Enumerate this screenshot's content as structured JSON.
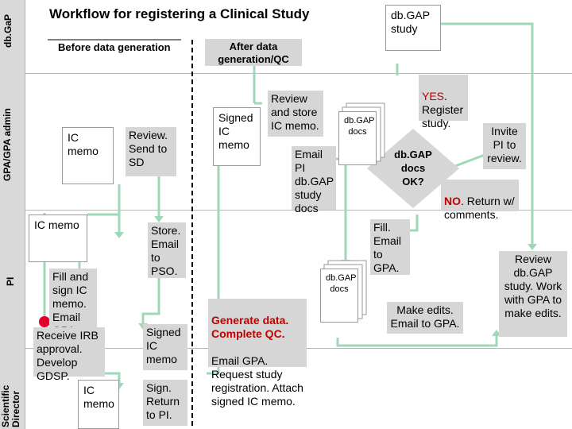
{
  "title": "Workflow for registering a Clinical Study",
  "lanes": {
    "dbgap": "db.GaP",
    "gpa": "GPA/GPA admin",
    "pi": "PI",
    "sd": "Scientific Director"
  },
  "headers": {
    "before": "Before  data generation",
    "after": "After data generation/QC"
  },
  "docs": {
    "dbgap_study": "db.GAP study",
    "ic_memo_gpa": "IC memo",
    "ic_memo_pi": "IC memo",
    "ic_memo_sd": "IC memo",
    "signed_ic_memo_gpa": "Signed IC memo",
    "dbgap_docs_top": "db.GAP docs",
    "dbgap_docs_pi": "db.GAP docs"
  },
  "boxes": {
    "review_send_sd": "Review. Send to SD",
    "store_email_pso": "Store. Email to PSO.",
    "fill_sign": "Fill and sign IC memo. Email GPA.",
    "receive_irb": "Receive IRB approval. Develop GDSP.",
    "signed_ic_memo_sd": "Signed IC memo",
    "sign_return": "Sign. Return to PI.",
    "review_store": "Review and store IC memo.",
    "email_pi": "Email PI db.GAP study docs",
    "generate_data": "Generate data. Complete QC.",
    "generate_data_rest": "Email GPA. Request study registration. Attach signed IC memo.",
    "yes_label": "YES",
    "yes_rest": ". Register study.",
    "invite_pi": "Invite PI to review.",
    "no_label": "NO",
    "no_rest": ". Return w/ comments.",
    "fill_email_gpa": "Fill. Email to GPA.",
    "make_edits": "Make edits. Email to GPA.",
    "review_dbgap": "Review db.GAP study. Work with GPA to make edits."
  },
  "decision": "db.GAP docs OK?",
  "colors": {
    "arrow": "#9fd8b8",
    "box": "#d6d6d6",
    "lane": "#d9d9d9",
    "red": "#c00000"
  }
}
